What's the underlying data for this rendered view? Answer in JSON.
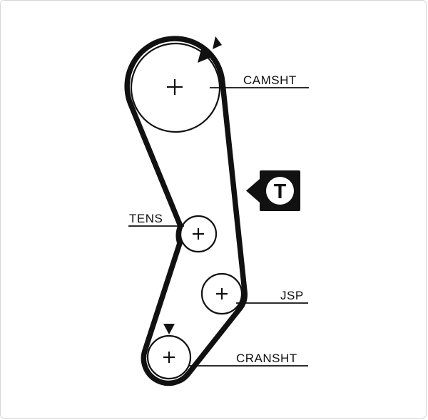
{
  "page": {
    "background": "#ffffff",
    "border_color": "#d6d6d6",
    "line_color": "#111111"
  },
  "diagram": {
    "type": "timing-belt-routing",
    "labels": {
      "camshaft": "CAMSHT",
      "tensioner": "TENS",
      "jsp": "JSP",
      "crankshaft": "CRANSHT"
    },
    "t_mark": "T",
    "icons": {
      "belt_direction": "triangle-up-right",
      "crank_direction": "triangle-down",
      "t_pointer": "triangle-left"
    }
  }
}
